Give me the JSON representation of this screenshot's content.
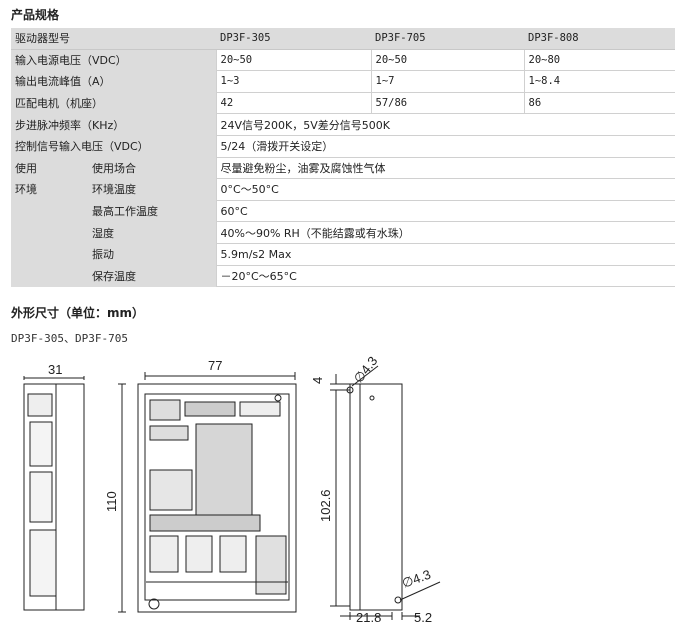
{
  "spec_title": "产品规格",
  "spec_table": {
    "header": {
      "label": "驱动器型号",
      "models": [
        "DP3F-305",
        "DP3F-705",
        "DP3F-808"
      ]
    },
    "rows3": [
      {
        "label": "输入电源电压（VDC）",
        "values": [
          "20~50",
          "20~50",
          "20~80"
        ]
      },
      {
        "label": "输出电流峰值（A）",
        "values": [
          "1~3",
          "1~7",
          "1~8.4"
        ]
      },
      {
        "label": "匹配电机（机座）",
        "values": [
          "42",
          "57/86",
          "86"
        ]
      }
    ],
    "rows1": [
      {
        "label": "步进脉冲频率（KHz）",
        "value": "24V信号200K，5V差分信号500K"
      },
      {
        "label": "控制信号输入电压（VDC）",
        "value": "5/24（滑拨开关设定）"
      }
    ],
    "env": {
      "group_label_line1": "使用",
      "group_label_line2": "环境",
      "rows": [
        {
          "label": "使用场合",
          "value": "尽量避免粉尘，油雾及腐蚀性气体"
        },
        {
          "label": "环境温度",
          "value": "0°C～50°C"
        },
        {
          "label": "最高工作温度",
          "value": "60°C"
        },
        {
          "label": "湿度",
          "value": "40%～90% RH（不能结露或有水珠）"
        },
        {
          "label": "振动",
          "value": "5.9m/s2  Max"
        },
        {
          "label": "保存温度",
          "value": "－20°C～65°C"
        }
      ]
    }
  },
  "dim_title": "外形尺寸（单位：mm）",
  "dim_models": "DP3F-305、DP3F-705",
  "dimensions": {
    "side_width": "31",
    "front_width": "77",
    "front_height": "110",
    "top_offset": "4",
    "hole_top": "∅4.3",
    "hole_bottom": "∅4.3",
    "mount_height": "102.6",
    "base_depth": "21.8",
    "flange": "5.2"
  }
}
